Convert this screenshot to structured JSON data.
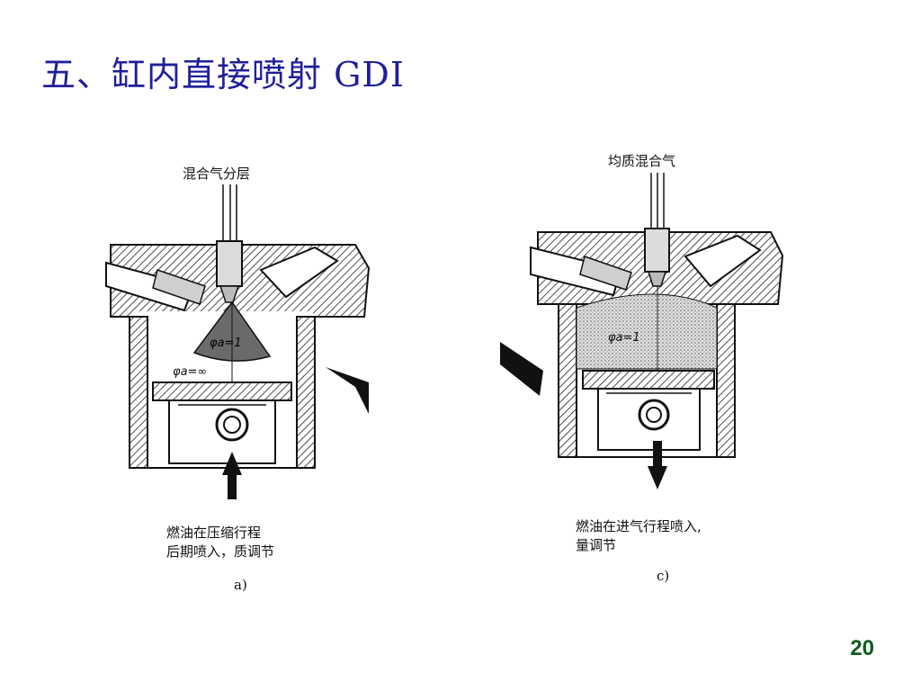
{
  "slide": {
    "title": "五、缸内直接喷射 GDI",
    "page_number": "20"
  },
  "colors": {
    "title": "#1f1f9a",
    "page_number": "#0d5c1a"
  },
  "figure_a": {
    "top_label": "混合气分层",
    "lambda_rich": "φa=1",
    "lambda_lean": "φa=∞",
    "caption_line1": "燃油在压缩行程",
    "caption_line2": "后期喷入，质调节",
    "sublabel": "a)"
  },
  "figure_c": {
    "top_label": "均质混合气",
    "lambda": "φa=1",
    "caption_line1": "燃油在进气行程喷入,",
    "caption_line2": "量调节",
    "sublabel": "c)"
  }
}
